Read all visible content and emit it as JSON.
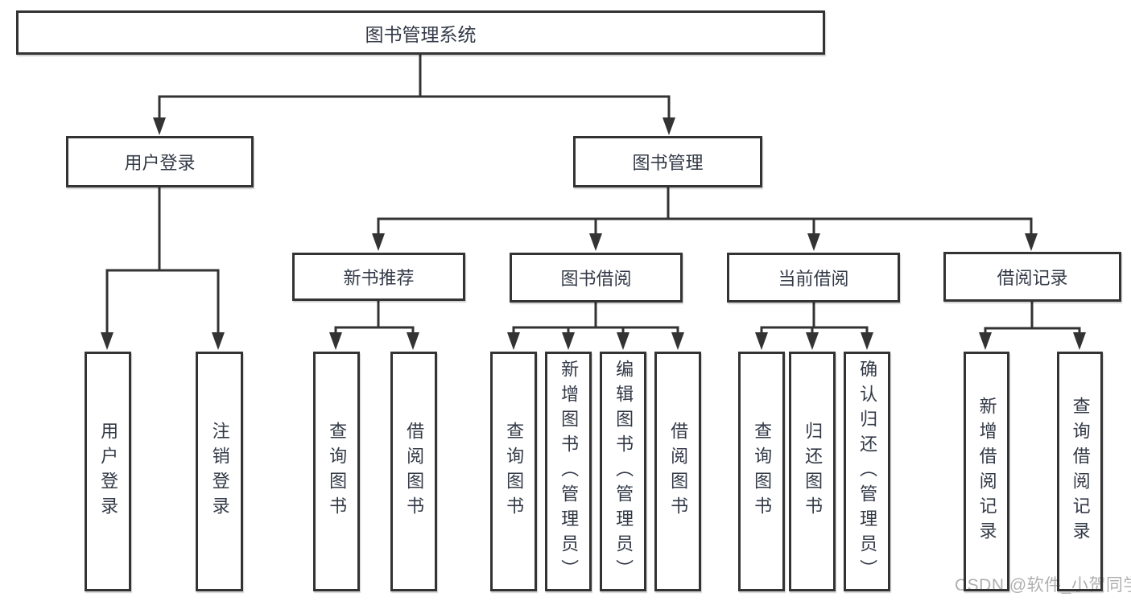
{
  "tree": {
    "root": "图书管理系统",
    "branches": [
      {
        "label": "用户登录",
        "leaves": [
          "用户登录",
          "注销登录"
        ]
      },
      {
        "label": "图书管理",
        "children": [
          {
            "label": "新书推荐",
            "leaves": [
              "查询图书",
              "借阅图书"
            ]
          },
          {
            "label": "图书借阅",
            "leaves": [
              "查询图书",
              "新增图书（管理员）",
              "编辑图书（管理员）",
              "借阅图书"
            ]
          },
          {
            "label": "当前借阅",
            "leaves": [
              "查询图书",
              "归还图书",
              "确认归还（管理员）"
            ]
          },
          {
            "label": "借阅记录",
            "leaves": [
              "新增借阅记录",
              "查询借阅记录"
            ]
          }
        ]
      }
    ]
  },
  "watermark": "CSDN @软件_小贺同学",
  "colors": {
    "line": "#333333",
    "box_border": "#333333",
    "text": "#333a47",
    "watermark": "#b0b0b0",
    "background": "#ffffff"
  }
}
